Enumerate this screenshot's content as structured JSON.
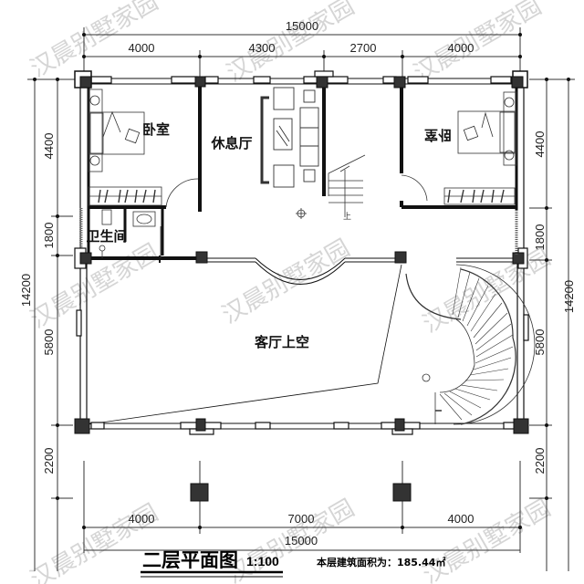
{
  "drawing": {
    "title": "二层平面图",
    "scale": "1:100",
    "area_label": "本层建筑面积为：185.44㎡",
    "watermark": "汉晨别墅家园"
  },
  "dimensions": {
    "top_total": "15000",
    "top_segments": [
      "4000",
      "4300",
      "2700",
      "4000"
    ],
    "bottom_total": "15000",
    "bottom_segments": [
      "4000",
      "7000",
      "4000"
    ],
    "left_total": "14200",
    "left_segments": [
      "4400",
      "1800",
      "5800",
      "2200"
    ],
    "right_total": "14200",
    "right_segments": [
      "4400",
      "1800",
      "5800",
      "2200"
    ]
  },
  "rooms": {
    "bedroom_left": "卧室",
    "lounge": "休息厅",
    "bedroom_right": "卧室",
    "bathroom": "卫生间",
    "living_void": "客厅上空",
    "stair_up": "上"
  }
}
